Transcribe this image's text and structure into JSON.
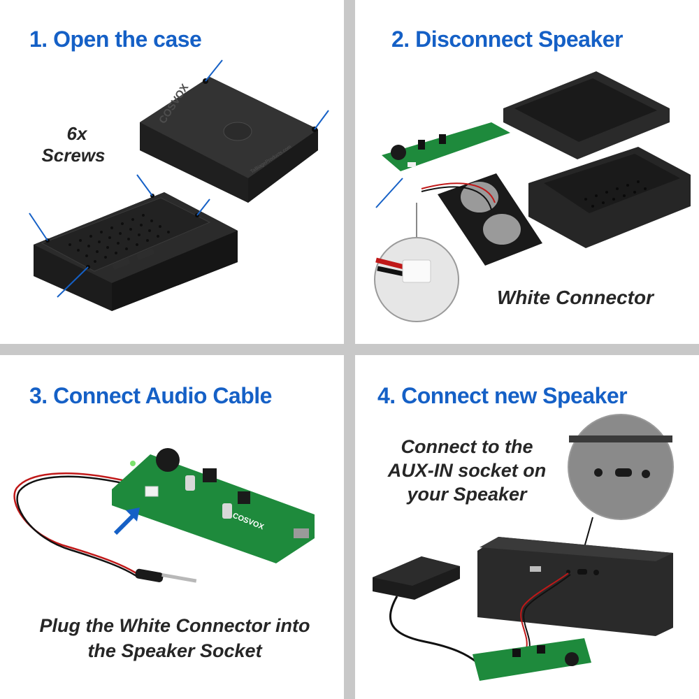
{
  "colors": {
    "accent": "#1560c6",
    "divider": "#c8c8c8",
    "pcb_green": "#1e8a3c",
    "device_black": "#1f1f1f"
  },
  "panels": [
    {
      "title": "1. Open the case",
      "caption_line1": "6x",
      "caption_line2": "Screws",
      "device_logo": "COSVOX",
      "device_sub": "TaBiageProducts.com"
    },
    {
      "title": "2. Disconnect Speaker",
      "caption": "White Connector"
    },
    {
      "title": "3. Connect Audio Cable",
      "caption_line1": "Plug the White Connector into",
      "caption_line2": "the Speaker Socket",
      "board_logo": "COSVOX"
    },
    {
      "title": "4. Connect new Speaker",
      "caption_line1": "Connect to the",
      "caption_line2": "AUX-IN socket on",
      "caption_line3": "your Speaker"
    }
  ],
  "icons": {
    "arrow": "blue-arrow-icon",
    "leader": "blue-leader-line"
  }
}
